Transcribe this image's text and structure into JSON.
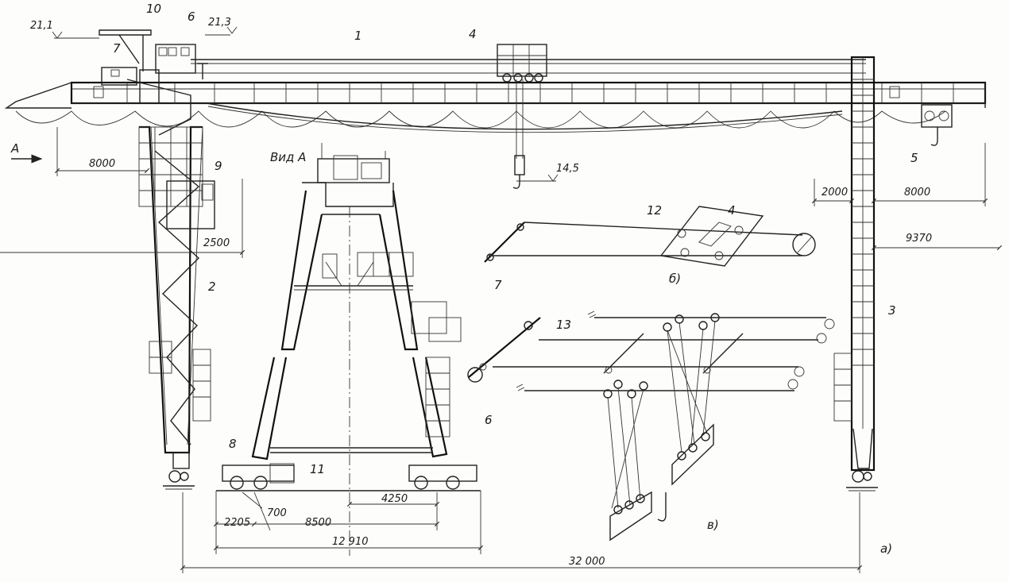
{
  "labels": {
    "view_a": "Вид А",
    "arrow_a": "А",
    "fig_a": "а)",
    "fig_b": "б)",
    "fig_v": "в)"
  },
  "elevations": {
    "e_21_1": "21,1",
    "e_21_3": "21,3",
    "e_14_5": "14,5"
  },
  "dimensions": {
    "d_8000_left": "8000",
    "d_2500": "2500",
    "d_2000": "2000",
    "d_8000_right": "8000",
    "d_9370": "9370",
    "d_2205": "2205",
    "d_700": "700",
    "d_8500": "8500",
    "d_4250": "4250",
    "d_12910": "12 910",
    "d_32000": "32 000"
  },
  "refs": {
    "r1": "1",
    "r2": "2",
    "r3": "3",
    "r4_top": "4",
    "r4_b": "4",
    "r5": "5",
    "r6_top": "6",
    "r6_v": "6",
    "r7_top": "7",
    "r7_b": "7",
    "r8": "8",
    "r9": "9",
    "r10": "10",
    "r11": "11",
    "r12": "12",
    "r13": "13"
  }
}
